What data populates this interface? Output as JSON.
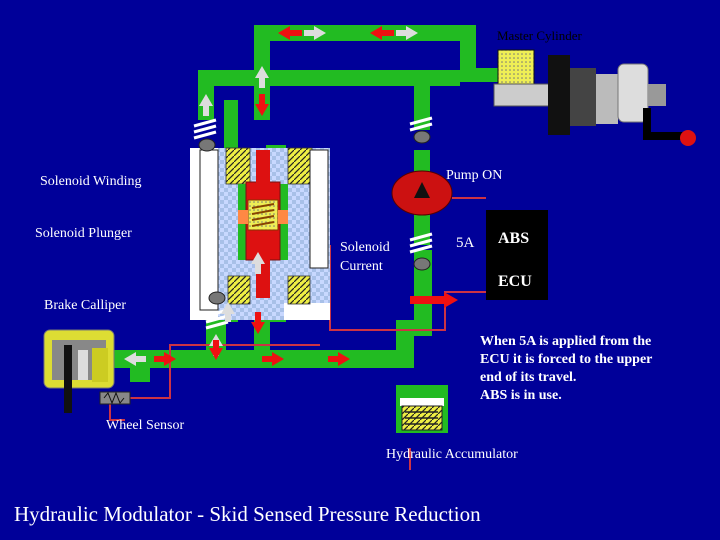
{
  "labels": {
    "master_cylinder": "Master Cylinder",
    "pump_on": "Pump ON",
    "solenoid_winding": "Solenoid Winding",
    "solenoid_plunger": "Solenoid Plunger",
    "solenoid_current_line1": "Solenoid",
    "solenoid_current_line2": "Current",
    "current_value": "5A",
    "abs": "ABS",
    "ecu": "ECU",
    "brake_calliper": "Brake Calliper",
    "wheel_sensor": "Wheel Sensor",
    "hydraulic_accumulator": "Hydraulic Accumulator"
  },
  "note_lines": [
    "When 5A is applied from the",
    "ECU it is forced to the upper",
    "end of its travel.",
    "ABS is in use."
  ],
  "title": "Hydraulic Modulator - Skid Sensed Pressure Reduction",
  "colors": {
    "background": "#000099",
    "pipe": "#22bb22",
    "wire": "#cc3344",
    "arrow_red": "#ee1111",
    "arrow_grey": "#dddddd",
    "plunger": "#dd1111",
    "ecu_box": "#000000"
  },
  "icons": [
    "arrow-icon",
    "spring-icon",
    "ball-valve-icon",
    "pump-icon",
    "brake-pedal-icon"
  ]
}
